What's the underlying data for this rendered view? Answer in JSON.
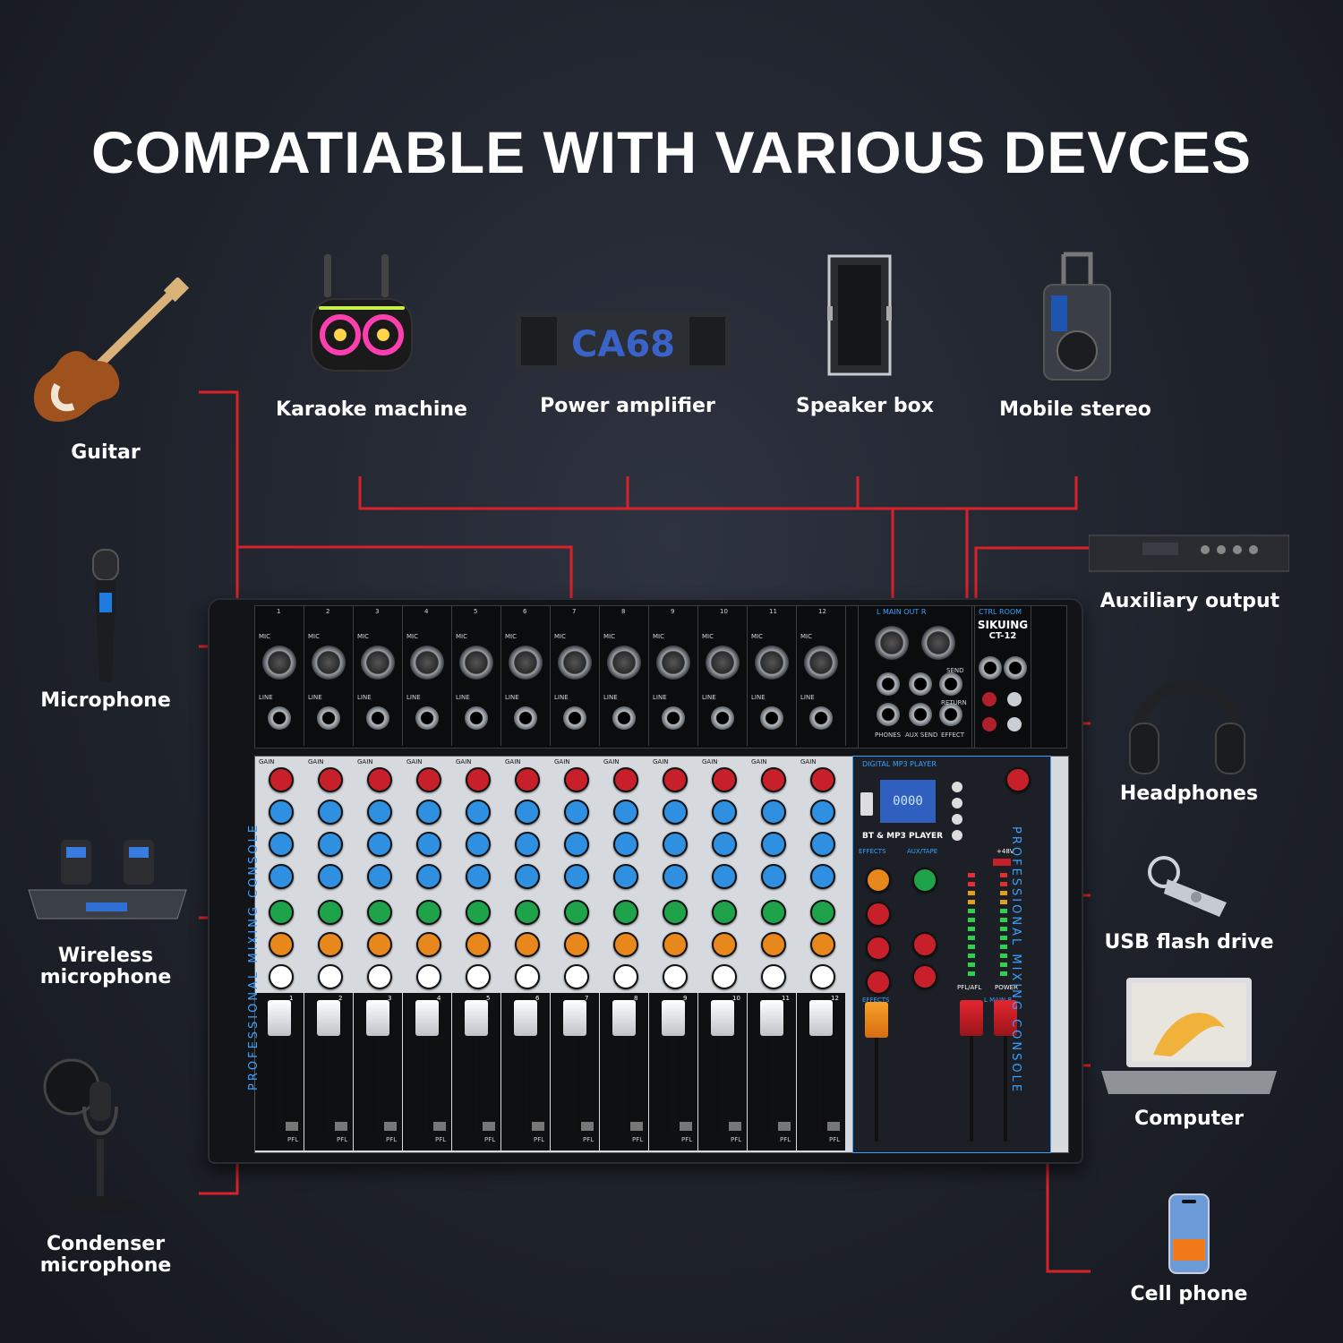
{
  "title": "COMPATIABLE WITH VARIOUS DEVCES",
  "devices_top": [
    {
      "label": "Karaoke machine",
      "icon": "karaoke-machine-icon"
    },
    {
      "label": "Power amplifier",
      "icon": "power-amplifier-icon",
      "brand_text": "CA68"
    },
    {
      "label": "Speaker box",
      "icon": "speaker-box-icon"
    },
    {
      "label": "Mobile stereo",
      "icon": "mobile-stereo-icon"
    }
  ],
  "devices_left": [
    {
      "label": "Guitar",
      "icon": "guitar-icon"
    },
    {
      "label": "Microphone",
      "icon": "microphone-icon"
    },
    {
      "label_line1": "Wireless",
      "label_line2": "microphone",
      "icon": "wireless-microphone-icon"
    },
    {
      "label_line1": "Condenser",
      "label_line2": "microphone",
      "icon": "condenser-microphone-icon"
    }
  ],
  "devices_right": [
    {
      "label": "Auxiliary output",
      "icon": "auxiliary-output-icon"
    },
    {
      "label": "Headphones",
      "icon": "headphones-icon"
    },
    {
      "label": "USB flash drive",
      "icon": "usb-flash-drive-icon"
    },
    {
      "label": "Computer",
      "icon": "computer-icon"
    },
    {
      "label": "Cell phone",
      "icon": "cell-phone-icon"
    }
  ],
  "mixer": {
    "model_brand": "SIKUING",
    "model_name": "CT-12",
    "ctrl_room": "CTRL ROOM",
    "main_out": "L MAIN OUT R",
    "side_label": "PROFESSIONAL MIXING CONSOLE",
    "mp3_header": "DIGITAL MP3 PLAYER",
    "mp3_label": "BT & MP3 PLAYER",
    "effects": "EFFECTS",
    "aux_tape": "AUX/TAPE",
    "main_lr": "L MAIN R",
    "phones": "PHONES",
    "aux_send": "AUX SEND",
    "effect": "EFFECT",
    "send": "SEND",
    "return": "RETURN",
    "channels": [
      "1",
      "2",
      "3",
      "4",
      "5",
      "6",
      "7",
      "8",
      "9",
      "10",
      "11",
      "12"
    ],
    "mic": "MIC",
    "line": "LINE",
    "gain": "GAIN",
    "pfl": "PFL",
    "power": "POWER",
    "pfl_afl": "PFL/AFL",
    "plus48v": "+48V"
  },
  "colors": {
    "wire": "#d8222a",
    "panel_blue": "#3aa0ff",
    "gain_knob": "#c8202a",
    "eq_knob": "#2f8fe0",
    "aux_knob": "#1fa34a",
    "fx_knob": "#e8871c",
    "pan_knob": "#ffffff"
  }
}
